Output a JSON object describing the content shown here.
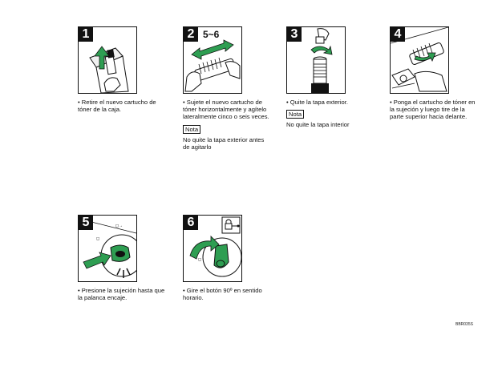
{
  "steps": [
    {
      "number": "1",
      "caption": "• Retire el nuevo cartucho de tóner de la caja.",
      "icons": [
        "toner-box-illustration",
        "lift-arrow-icon"
      ]
    },
    {
      "number": "2",
      "badge": "5~6",
      "caption": "• Sujete el nuevo cartucho de tóner horizontalmente y agítelo lateralmente cinco o seis veces.",
      "nota_label": "Nota",
      "nota_text": "No quite la tapa exterior antes de agitarlo",
      "icons": [
        "shake-arrow-icon",
        "hands-cartridge-illustration"
      ]
    },
    {
      "number": "3",
      "caption": "• Quite la tapa exterior.",
      "nota_label": "Nota",
      "nota_text": "No quite la tapa interior",
      "icons": [
        "cap-removal-illustration",
        "rotate-arrow-icon"
      ]
    },
    {
      "number": "4",
      "caption": "• Ponga el cartucho de tóner en la sujeción y luego tire de la parte superior hacia delante.",
      "icons": [
        "insert-cartridge-illustration",
        "curved-arrow-icon"
      ]
    },
    {
      "number": "5",
      "caption": "• Presione la sujeción hasta que la palanca encaje.",
      "icons": [
        "push-arrow-icon",
        "lever-illustration",
        "click-mark-icon"
      ]
    },
    {
      "number": "6",
      "caption": "• Gire el botón 90º en sentido horario.",
      "icons": [
        "lock-icon",
        "rotate-knob-arrow-icon",
        "knob-illustration"
      ]
    }
  ],
  "figure_code": "BBR035S",
  "colors": {
    "accent": "#2e9e52",
    "ink": "#111111"
  }
}
